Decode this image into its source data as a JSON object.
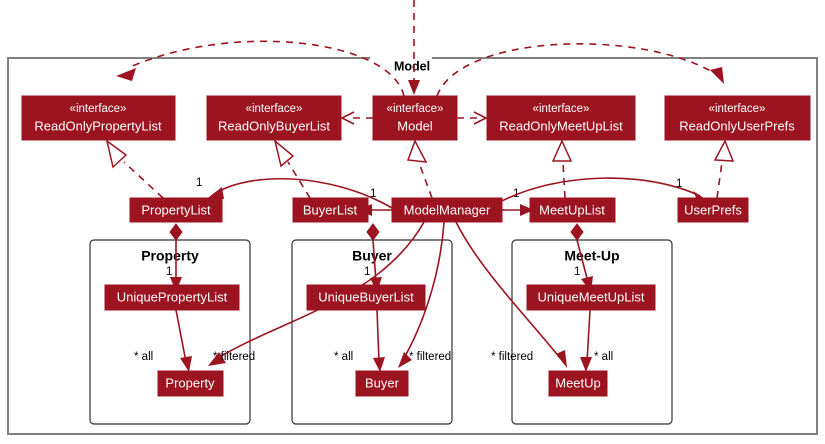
{
  "diagram": {
    "title": "Model",
    "stereotype": "«interface»",
    "packages": [
      {
        "id": "property",
        "title": "Property"
      },
      {
        "id": "buyer",
        "title": "Buyer"
      },
      {
        "id": "meetup",
        "title": "Meet-Up"
      }
    ],
    "interfaces": [
      {
        "id": "rop",
        "name": "ReadOnlyPropertyList",
        "stereotype": "«interface»"
      },
      {
        "id": "rob",
        "name": "ReadOnlyBuyerList",
        "stereotype": "«interface»"
      },
      {
        "id": "model",
        "name": "Model",
        "stereotype": "«interface»"
      },
      {
        "id": "rom",
        "name": "ReadOnlyMeetUpList",
        "stereotype": "«interface»"
      },
      {
        "id": "rou",
        "name": "ReadOnlyUserPrefs",
        "stereotype": "«interface»"
      }
    ],
    "classes": [
      {
        "id": "propertylist",
        "name": "PropertyList"
      },
      {
        "id": "buyerlist",
        "name": "BuyerList"
      },
      {
        "id": "modelmanager",
        "name": "ModelManager"
      },
      {
        "id": "meetuplist",
        "name": "MeetUpList"
      },
      {
        "id": "userprefs",
        "name": "UserPrefs"
      },
      {
        "id": "uniquepropertylist",
        "name": "UniquePropertyList"
      },
      {
        "id": "uniquebuyerlist",
        "name": "UniqueBuyerList"
      },
      {
        "id": "uniquemeetuplist",
        "name": "UniqueMeetUpList"
      },
      {
        "id": "property",
        "name": "Property"
      },
      {
        "id": "buyer",
        "name": "Buyer"
      },
      {
        "id": "meetup",
        "name": "MeetUp"
      }
    ],
    "multiplicities": {
      "one": "1",
      "star": "*"
    },
    "edge_labels": {
      "mm_propertylist": "1",
      "mm_buyerlist": "1",
      "mm_meetuplist": "1",
      "mm_userprefs": "1",
      "propertylist_unique": "1",
      "buyerlist_unique": "1",
      "meetuplist_unique": "1",
      "property_all": "* all",
      "property_filtered": "* filtered",
      "buyer_all": "* all",
      "buyer_filtered": "* filtered",
      "meetup_all": "* all",
      "meetup_filtered": "* filtered"
    },
    "colors": {
      "class_fill": "#9c1420",
      "class_text": "#ffffff",
      "edge": "#9c1420",
      "package_border": "#333333",
      "outer_border": "#808080",
      "background": "#ffffff"
    }
  }
}
